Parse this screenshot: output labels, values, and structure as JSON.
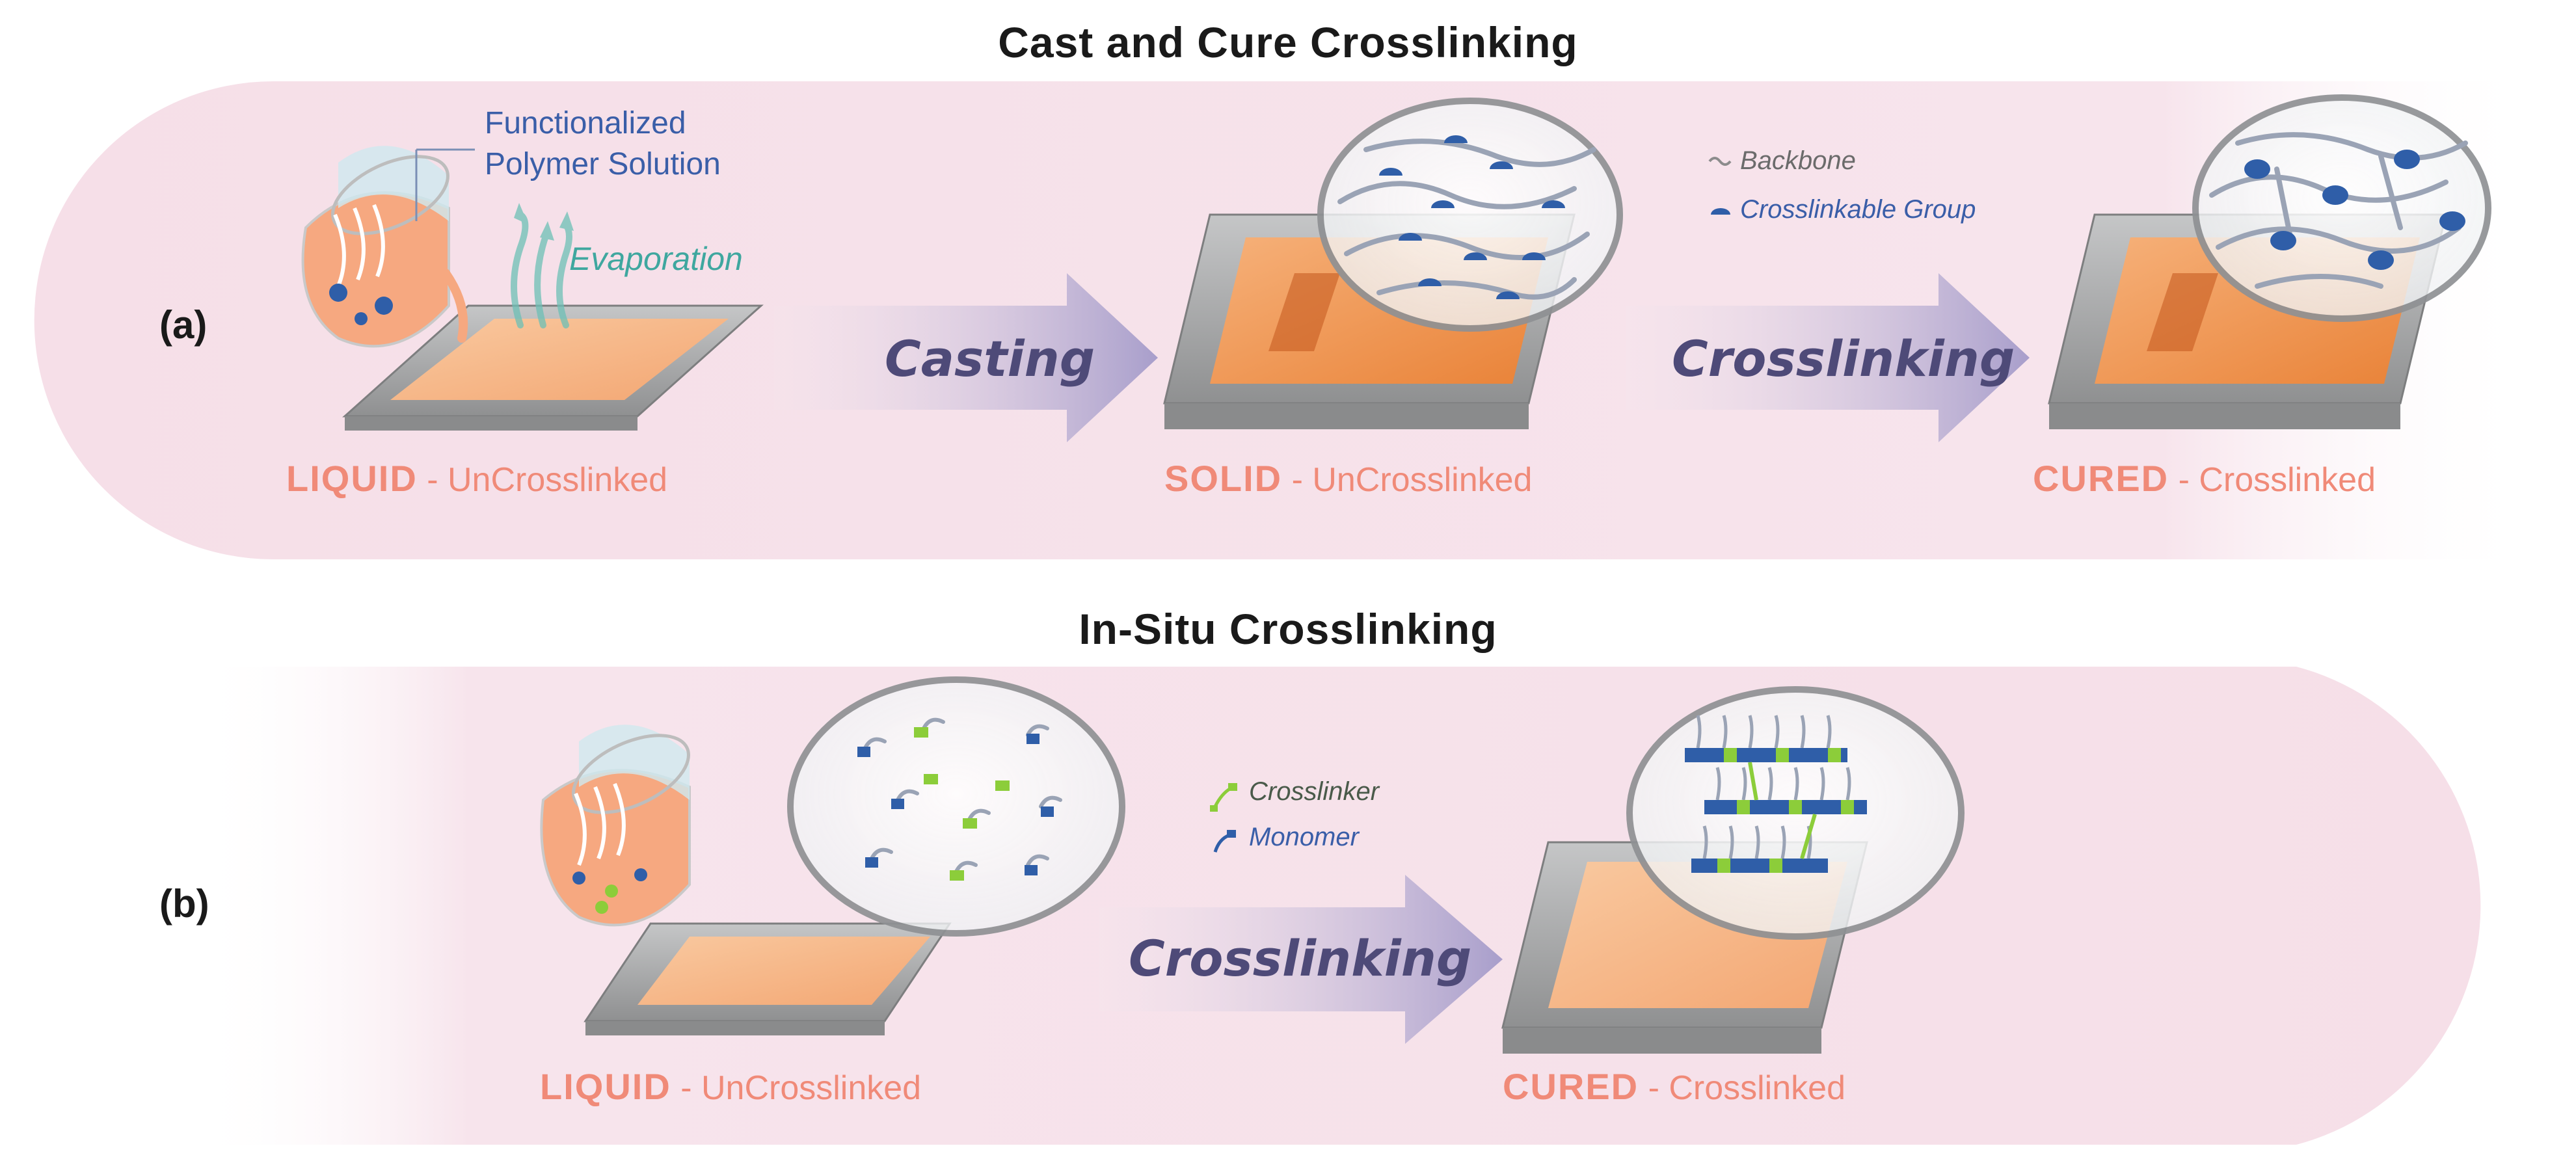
{
  "panel_a": {
    "title": "Cast and Cure Crosslinking",
    "label": "(a)",
    "callout_line1": "Functionalized",
    "callout_line2": "Polymer Solution",
    "evaporation": "Evaporation",
    "arrow1": "Casting",
    "arrow2": "Crosslinking",
    "legend_backbone": "Backbone",
    "legend_group": "Crosslinkable Group",
    "stage1_bold": "LIQUID",
    "stage1_rest": " - UnCrosslinked",
    "stage2_bold": "SOLID",
    "stage2_rest": " - UnCrosslinked",
    "stage3_bold": "CURED",
    "stage3_rest": " - Crosslinked"
  },
  "panel_b": {
    "title": "In-Situ Crosslinking",
    "label": "(b)",
    "arrow": "Crosslinking",
    "legend_crosslinker": "Crosslinker",
    "legend_monomer": "Monomer",
    "stage1_bold": "LIQUID",
    "stage1_rest": " - UnCrosslinked",
    "stage2_bold": "CURED",
    "stage2_rest": " - Crosslinked"
  },
  "colors": {
    "state": "#f08a78",
    "arrow": "#b1aad0",
    "film": "#f4a366",
    "film_dark": "#e07a2e",
    "substrate": "#a9aaab",
    "blue": "#2f5ea8",
    "green": "#8ccd3a",
    "backbone": "#9aa3b5",
    "band": "#f6e1ea"
  }
}
